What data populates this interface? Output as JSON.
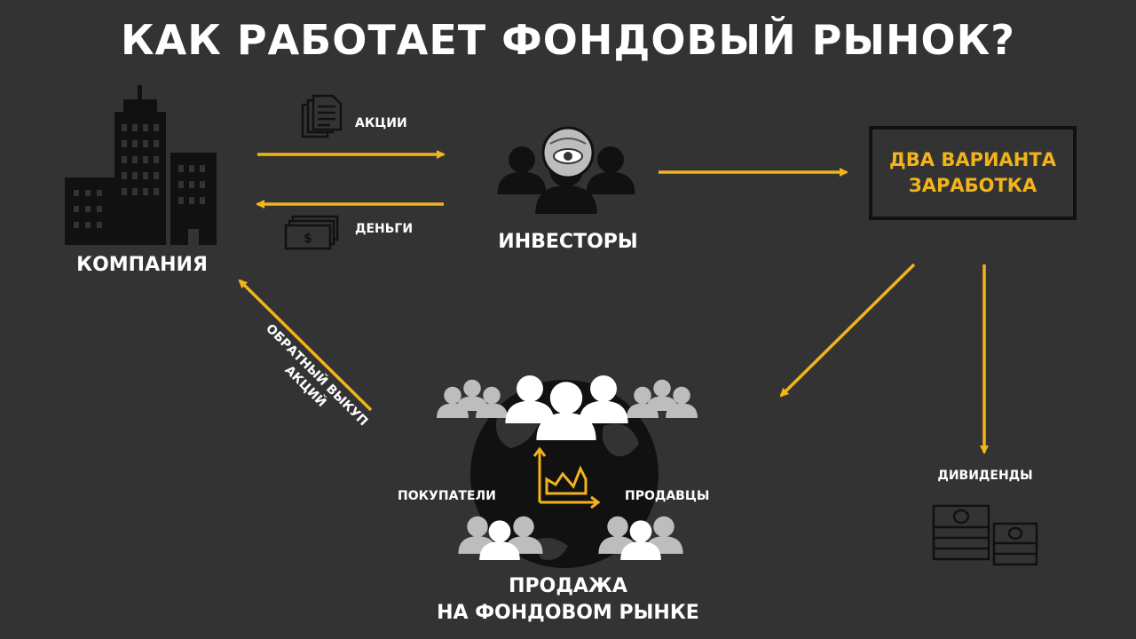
{
  "title": "КАК РАБОТАЕТ ФОНДОВЫЙ РЫНОК?",
  "colors": {
    "background": "#333333",
    "accent": "#f2b31b",
    "dark": "#111111",
    "light": "#ffffff",
    "gray": "#c8c8c8"
  },
  "nodes": {
    "company": "КОМПАНИЯ",
    "investors": "ИНВЕСТОРЫ",
    "options_box": "ДВА ВАРИАНТА\nЗАРАБОТКА",
    "market_line1": "ПРОДАЖА",
    "market_line2": "НА ФОНДОВОМ РЫНКЕ",
    "buyers": "ПОКУПАТЕЛИ",
    "sellers": "ПРОДАВЦЫ",
    "dividends": "ДИВИДЕНДЫ"
  },
  "flows": {
    "shares": "АКЦИИ",
    "money": "ДЕНЬГИ",
    "buyback_line1": "ОБРАТНЫЙ ВЫКУП",
    "buyback_line2": "АКЦИЙ"
  },
  "icons": [
    "office-building-icon",
    "documents-icon",
    "banknotes-icon",
    "investors-group-icon",
    "globe-icon",
    "people-group-icon",
    "growth-chart-icon",
    "cash-stack-icon"
  ]
}
